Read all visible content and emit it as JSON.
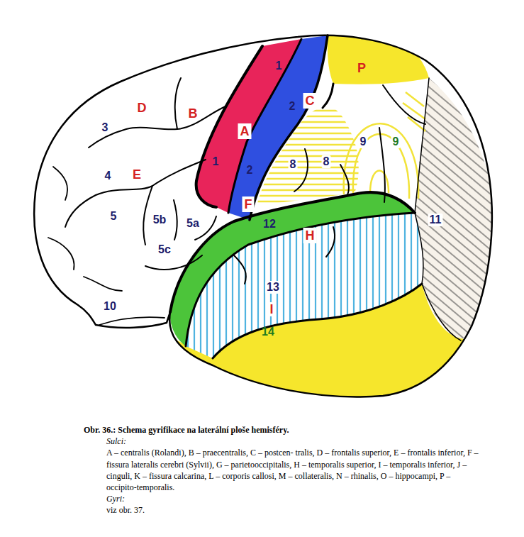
{
  "diagram": {
    "caption": "Obr. 36.: Schema gyrifikace na laterální ploše hemisféry.",
    "labels": [
      "1",
      "2",
      "C",
      "P",
      "D",
      "B",
      "3",
      "A",
      "9",
      "9",
      "4",
      "E",
      "1",
      "2",
      "8",
      "8",
      "5",
      "5b",
      "5a",
      "F",
      "12",
      "11",
      "5c",
      "H",
      "13",
      "10",
      "I",
      "14",
      "Sulci:",
      "A – centralis (Rolandi), B – praecentralis, C – postcen- tralis, D – frontalis superior, E – frontalis inferior, F – fissura lateralis cerebri (Sylvii), G – parietooccipitalis, H – temporalis superior, I – temporalis inferior, J – cinguli, K – fissura calcarina, L – corporis callosi, M – collateralis, N – rhinalis, O – hippocampi, P – occipito-temporalis.",
      "Gyri:",
      "viz obr. 37."
    ]
  }
}
